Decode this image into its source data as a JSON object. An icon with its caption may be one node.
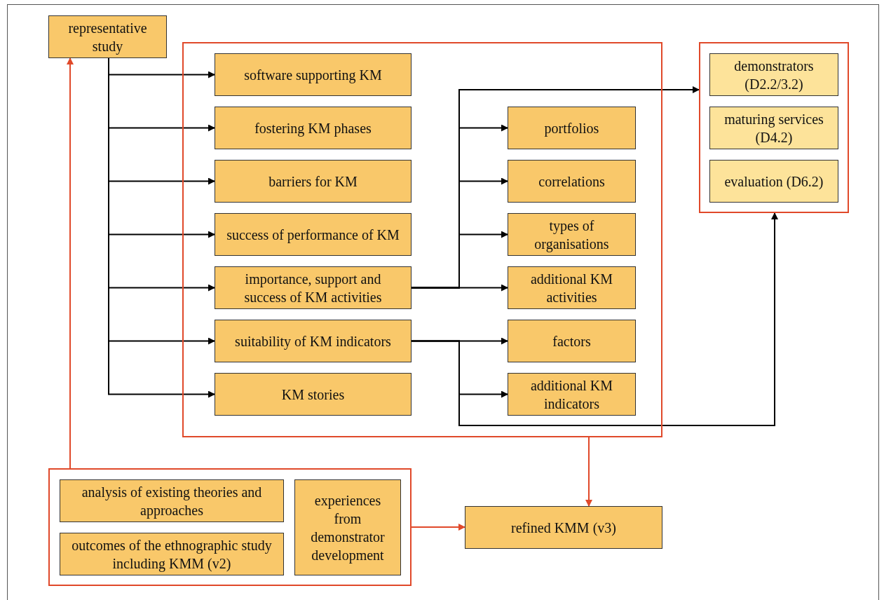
{
  "diagram": {
    "nodes": [
      {
        "text": [
          "representative study"
        ]
      },
      {
        "text": [],
        "shape": "box"
      },
      {
        "text": [
          "software supporting KM"
        ],
        "in": 1
      },
      {
        "text": [
          "fostering KM phases"
        ],
        "in": 1
      },
      {
        "text": [
          "barriers for KM"
        ],
        "in": 1
      },
      {
        "text": [
          "success of performance of KM"
        ],
        "in": 1
      },
      {
        "text": [
          "importance, support and success of KM activities"
        ],
        "in": 1
      },
      {
        "text": [
          "suitability of KM indicators"
        ],
        "in": 1
      },
      {
        "text": [
          "KM stories"
        ],
        "in": 1
      },
      {
        "text": [
          "portfolios"
        ],
        "in": 1
      },
      {
        "text": [
          "correlations"
        ],
        "in": 1
      },
      {
        "text": [
          "types of organisations"
        ],
        "in": 1
      },
      {
        "text": [
          "additional KM activities"
        ],
        "in": 1
      },
      {
        "text": [
          "factors"
        ],
        "in": 1
      },
      {
        "text": [
          "additional KM indicators"
        ],
        "in": 1
      },
      {
        "text": [],
        "shape": "box"
      },
      {
        "text": [
          "demonstrators (D2.2/3.2)"
        ],
        "in": 15
      },
      {
        "text": [
          "maturing services (D4.2)"
        ],
        "in": 15
      },
      {
        "text": [
          "evaluation (D6.2)"
        ],
        "in": 15
      },
      {
        "text": [],
        "shape": "box"
      },
      {
        "text": [
          "analysis of existing theories and approaches"
        ],
        "in": 19
      },
      {
        "text": [
          "outcomes of the ethnographic study including KMM (v2)"
        ],
        "in": 19
      },
      {
        "text": [
          "experiences from demonstrator development"
        ],
        "in": 19
      },
      {
        "text": [
          "refined KMM (v3)"
        ]
      }
    ],
    "edges": [
      {
        "from": 0,
        "to": 2,
        "arrow": "to"
      },
      {
        "from": 0,
        "to": 3,
        "arrow": "to"
      },
      {
        "from": 0,
        "to": 4,
        "arrow": "to"
      },
      {
        "from": 0,
        "to": 5,
        "arrow": "to"
      },
      {
        "from": 0,
        "to": 6,
        "arrow": "to"
      },
      {
        "from": 0,
        "to": 7,
        "arrow": "to"
      },
      {
        "from": 0,
        "to": 8,
        "arrow": "to"
      },
      {
        "from": 6,
        "to": 15,
        "arrow": "to"
      },
      {
        "from": 6,
        "to": 9,
        "arrow": "to"
      },
      {
        "from": 6,
        "to": 10,
        "arrow": "to"
      },
      {
        "from": 6,
        "to": 11,
        "arrow": "to"
      },
      {
        "from": 6,
        "to": 12,
        "arrow": "to"
      },
      {
        "from": 7,
        "to": 13,
        "arrow": "to"
      },
      {
        "from": 7,
        "to": 14,
        "arrow": "to"
      },
      {
        "from": 7,
        "to": 15,
        "arrow": "to"
      },
      {
        "from": 19,
        "to": 0,
        "arrow": "to",
        "color": "#e0492a"
      },
      {
        "from": 1,
        "to": 23,
        "arrow": "to",
        "color": "#e0492a"
      },
      {
        "from": 19,
        "to": 23,
        "arrow": "to",
        "color": "#e0492a"
      }
    ]
  }
}
